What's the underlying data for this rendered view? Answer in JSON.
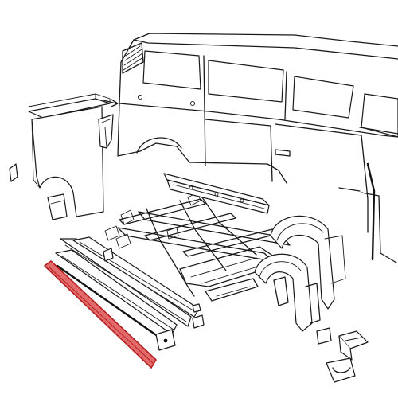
{
  "colors": {
    "line": "#1a1a1a",
    "background": "#ffffff",
    "highlight_fill": "#e36a6a",
    "highlight_stroke": "#b51e1e"
  },
  "highlighted_part": "rocker-panel-sill",
  "components": [
    "van-body",
    "rear-quarter-panel",
    "floor-frame",
    "side-sills",
    "front-wheel-arch",
    "small-brackets",
    "jack-points"
  ]
}
